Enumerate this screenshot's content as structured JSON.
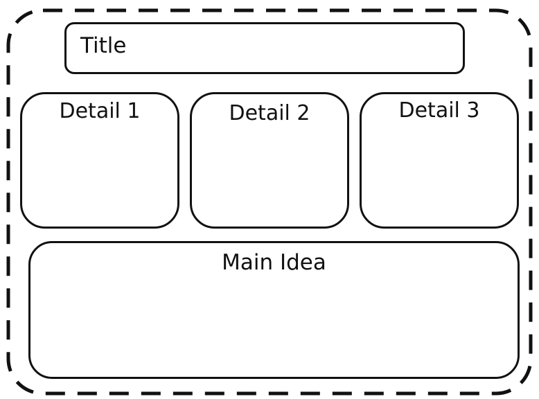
{
  "title_box": {
    "label": "Title"
  },
  "details": [
    {
      "label": "Detail 1"
    },
    {
      "label": "Detail 2"
    },
    {
      "label": "Detail 3"
    }
  ],
  "main_idea": {
    "label": "Main Idea"
  }
}
